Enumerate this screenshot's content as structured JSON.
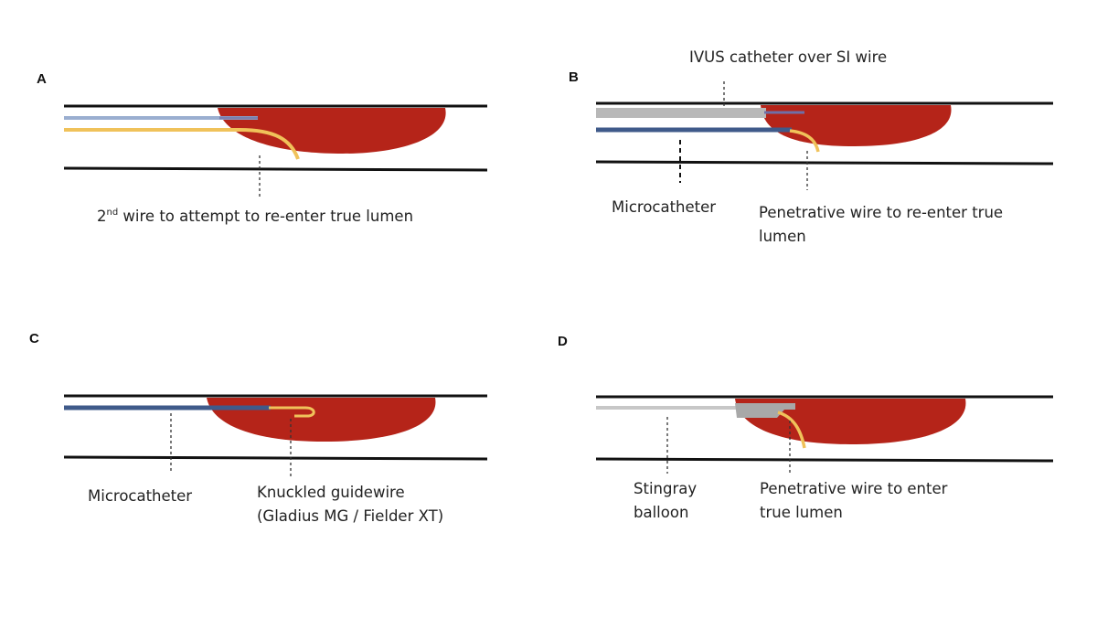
{
  "panels": {
    "a": {
      "letter": "A",
      "label_wire_prefix": "2",
      "label_wire_sup": "nd",
      "label_wire_rest": " wire to attempt to re-enter true lumen"
    },
    "b": {
      "letter": "B",
      "label_ivus": "IVUS catheter over SI wire",
      "label_microcatheter": "Microcatheter",
      "label_penetrative_line1": "Penetrative wire to re-enter true",
      "label_penetrative_line2": "lumen"
    },
    "c": {
      "letter": "C",
      "label_microcatheter": "Microcatheter",
      "label_knuckled_line1": "Knuckled guidewire",
      "label_knuckled_line2": "(Gladius MG / Fielder XT)"
    },
    "d": {
      "letter": "D",
      "label_stingray_line1": "Stingray",
      "label_stingray_line2": "balloon",
      "label_penetrative_line1": "Penetrative wire to enter",
      "label_penetrative_line2": "true lumen"
    }
  },
  "colors": {
    "vessel_wall": "#111111",
    "occlusion": "#b52419",
    "wire_yellow": "#f0c25a",
    "wire_blue_light": "#9aaed0",
    "microcatheter": "#3f5a8a",
    "ivus_catheter": "#b8b8b8",
    "stingray_balloon": "#a8a8a8",
    "dashed_line": "#333333"
  }
}
